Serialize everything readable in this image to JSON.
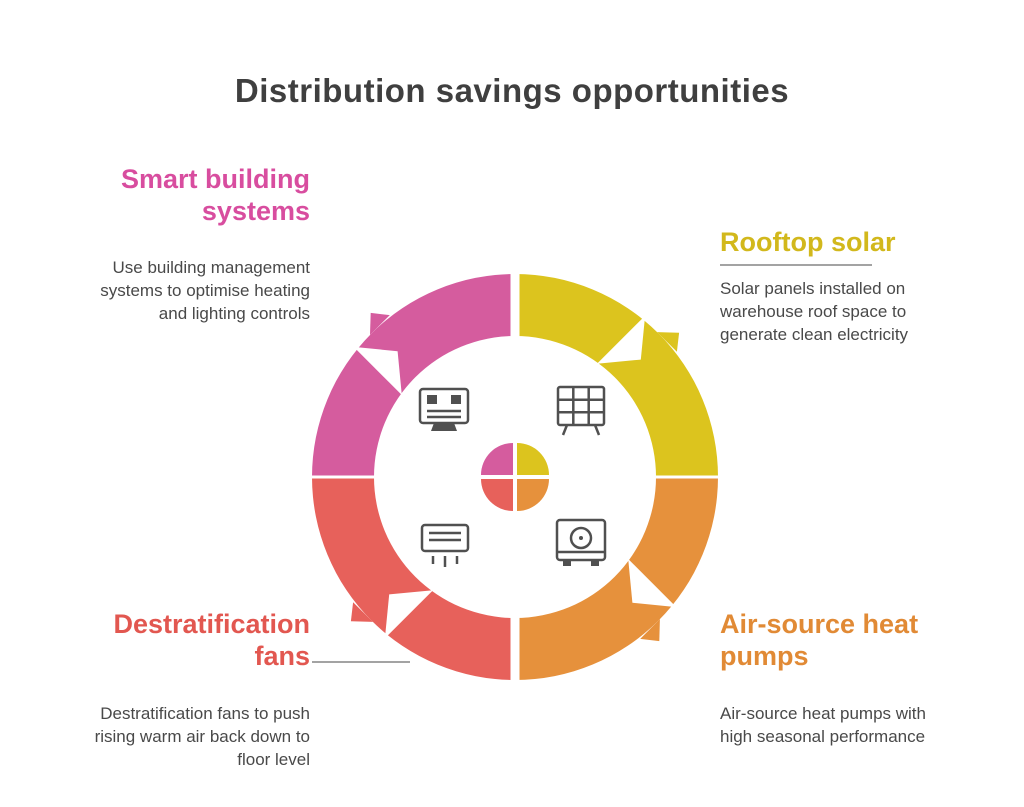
{
  "title": "Distribution savings opportunities",
  "sections": {
    "smart_building": {
      "heading": "Smart building systems",
      "body": "Use building management systems to optimise heating and lighting controls",
      "color": "#d84d9f"
    },
    "rooftop_solar": {
      "heading": "Rooftop solar",
      "body": "Solar panels installed on warehouse roof space to generate clean electricity",
      "color": "#d2b81c"
    },
    "destratification": {
      "heading": "Destratification fans",
      "body": "Destratification fans to push rising warm air back down to floor level",
      "color": "#e25750"
    },
    "air_source": {
      "heading": "Air-source heat pumps",
      "body": "Air-source heat pumps with high seasonal performance",
      "color": "#e18a35"
    }
  },
  "diagram": {
    "type": "cycle-donut",
    "direction": "clockwise",
    "segments": [
      {
        "label": "Smart building systems",
        "position": "top-left",
        "color": "#d55c9e",
        "icon": "building-management-icon"
      },
      {
        "label": "Rooftop solar",
        "position": "top-right",
        "color": "#dcc41e",
        "icon": "solar-panel-icon"
      },
      {
        "label": "Air-source heat pumps",
        "position": "bottom-right",
        "color": "#e6913c",
        "icon": "heat-pump-icon"
      },
      {
        "label": "Destratification fans",
        "position": "bottom-left",
        "color": "#e7615b",
        "icon": "destratification-fan-icon"
      }
    ],
    "center": {
      "type": "mini-pie",
      "colors": [
        "#d55c9e",
        "#dcc41e",
        "#e6913c",
        "#e7615b"
      ]
    }
  },
  "colors": {
    "background": "#ffffff",
    "title_text": "#3f3f3f",
    "body_text": "#494949",
    "leader_line": "#a3a3a3",
    "icon": "#505050"
  }
}
